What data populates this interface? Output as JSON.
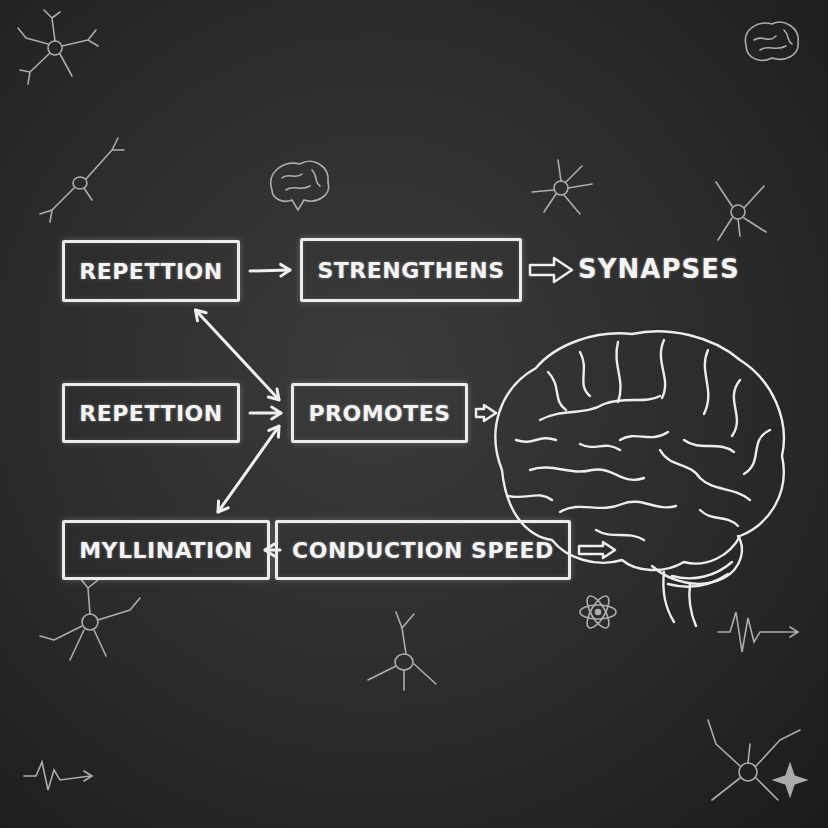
{
  "diagram": {
    "nodes": [
      {
        "text": [
          "REPETTION"
        ]
      },
      {
        "text": [
          "STRENGTHENS"
        ]
      },
      {
        "text": [
          "REPETTION"
        ]
      },
      {
        "text": [
          "PROMOTES"
        ]
      },
      {
        "text": [
          "MYLLINATION"
        ]
      },
      {
        "text": [
          "CONDUCTION SPEED"
        ]
      }
    ],
    "edges": [
      {
        "from": 0,
        "to": 1,
        "arrow": "to"
      },
      {
        "from": 2,
        "to": 3,
        "arrow": "to"
      },
      {
        "from": 4,
        "to": 5,
        "arrow": "to"
      },
      {
        "from": 0,
        "to": 3,
        "arrow": "both"
      },
      {
        "from": 4,
        "to": 3,
        "arrow": "both"
      }
    ],
    "labels": [
      "SYNAPSES"
    ]
  }
}
